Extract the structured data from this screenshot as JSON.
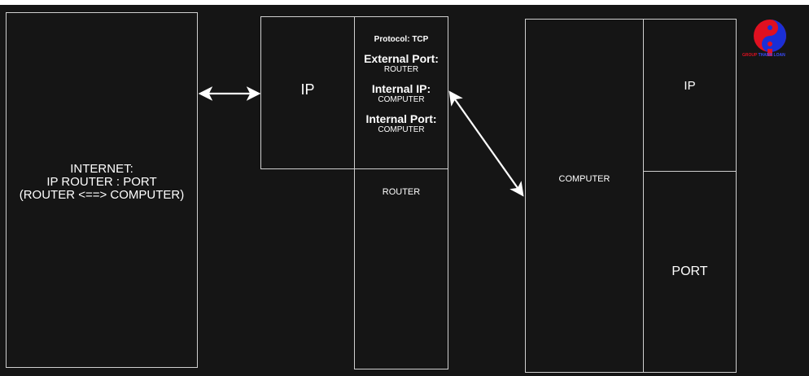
{
  "internet": {
    "line1": "INTERNET:",
    "line2": "IP ROUTER : PORT",
    "line3": "(ROUTER <==> COMPUTER)"
  },
  "router": {
    "ip_label": "IP",
    "protocol": "Protocol: TCP",
    "external_port_label": "External Port:",
    "external_port_value": "ROUTER",
    "internal_ip_label": "Internal IP:",
    "internal_ip_value": "COMPUTER",
    "internal_port_label": "Internal Port:",
    "internal_port_value": "COMPUTER",
    "name": "ROUTER"
  },
  "computer": {
    "name": "COMPUTER",
    "ip_label": "IP",
    "port_label": "PORT"
  },
  "logo": {
    "text_part1": "GROUP",
    "text_part2": "THANH LOAN",
    "colors": {
      "red": "#e01020",
      "blue": "#1a2fd6",
      "text_blue": "#3a4cff"
    }
  },
  "colors": {
    "background": "#151515",
    "border": "#cfcfcf",
    "text": "#ffffff"
  }
}
